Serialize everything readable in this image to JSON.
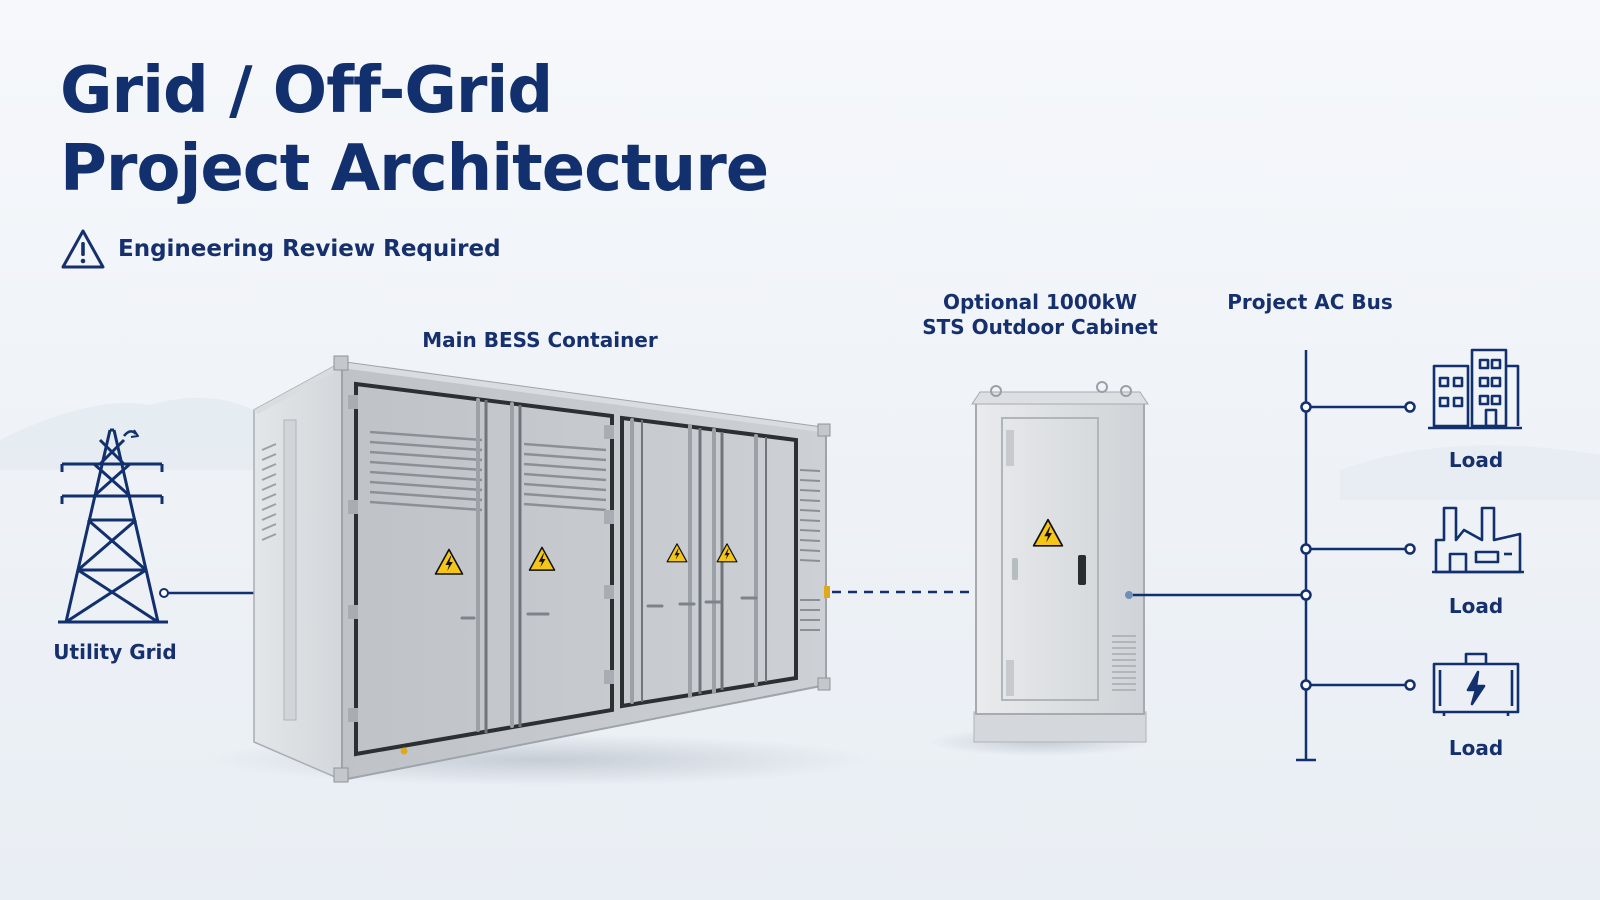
{
  "title": {
    "line1": "Grid / Off-Grid",
    "line2": "Project Architecture"
  },
  "warning": {
    "icon": "warning-triangle-icon",
    "text": "Engineering Review Required"
  },
  "labels": {
    "utility_grid": "Utility Grid",
    "bess_container": "Main BESS Container",
    "sts_cabinet_line1": "Optional 1000kW",
    "sts_cabinet_line2": "STS Outdoor Cabinet",
    "ac_bus": "Project AC Bus"
  },
  "loads": [
    {
      "label": "Load",
      "icon": "office-building-icon"
    },
    {
      "label": "Load",
      "icon": "factory-icon"
    },
    {
      "label": "Load",
      "icon": "ev-charger-icon"
    }
  ],
  "colors": {
    "navy": "#12306d",
    "hazard_yellow": "#f5c518",
    "equipment_grey": "#c9cdd2"
  }
}
